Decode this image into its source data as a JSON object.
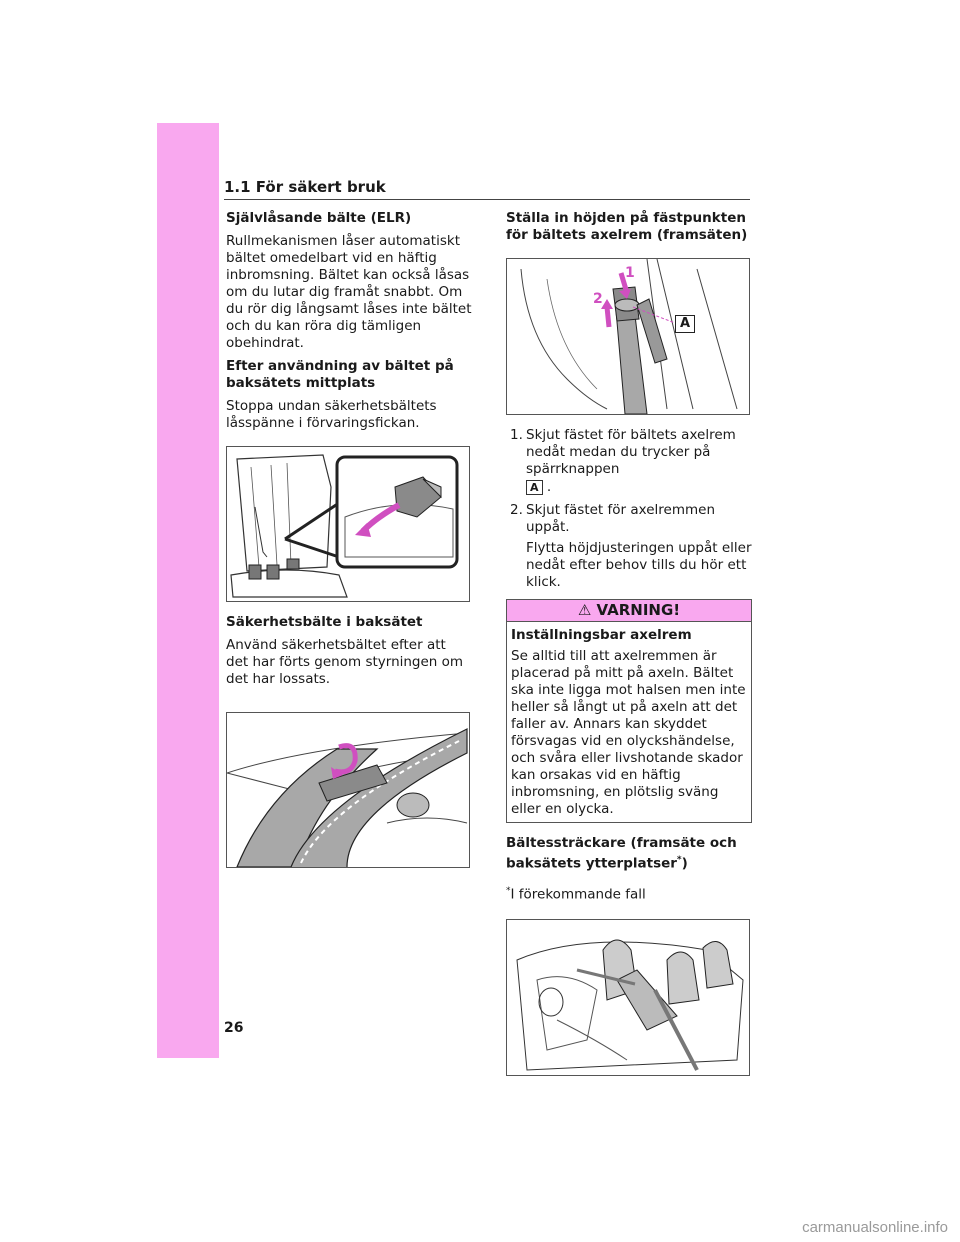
{
  "page": {
    "header": "1.1 För säkert bruk",
    "number": "26"
  },
  "left": {
    "s1_heading": "Självlåsande bälte (ELR)",
    "s1_text": "Rullmekanismen låser automatiskt bältet omedelbart vid en häftig inbromsning. Bältet kan också låsas om du lutar dig framåt snabbt. Om du rör dig långsamt låses inte bältet och du kan röra dig tämligen obehindrat.",
    "s2_heading": "Efter användning av bältet på baksätets mittplats",
    "s2_text": "Stoppa undan säkerhetsbältets låsspänne i förvaringsfickan.",
    "s3_heading": "Säkerhetsbälte i baksätet",
    "s3_text": "Använd säkerhetsbältet efter att det har förts genom styrningen om det har lossats."
  },
  "right": {
    "s4_heading": "Ställa in höjden på fästpunkten för bältets axelrem (framsäten)",
    "fig_labels": {
      "one": "1",
      "two": "2",
      "a": "A"
    },
    "steps": [
      {
        "num": "1.",
        "text": "Skjut fästet för bältets axelrem nedåt medan du trycker på spärrknappen",
        "key": "A",
        "after": "."
      },
      {
        "num": "2.",
        "text": "Skjut fästet för axelremmen uppåt.",
        "note": "Flytta höjdjusteringen uppåt eller nedåt efter behov tills du hör ett klick."
      }
    ],
    "warning": {
      "title": "VARNING!",
      "subheading": "Inställningsbar axelrem",
      "text": "Se alltid till att axelremmen är placerad på mitt på axeln. Bältet ska inte ligga mot halsen men inte heller så långt ut på axeln att det faller av. Annars kan skyddet försvagas vid en olyckshändelse, och svåra eller livshotande skador kan orsakas vid en häftig inbromsning, en plötslig sväng eller en olycka."
    },
    "s5_heading": "Bältessträckare (framsäte och baksätets ytterplatser",
    "s5_star": "*",
    "s5_close": ")",
    "footnote_star": "*",
    "footnote": "I förekommande fall"
  },
  "watermark": "carmanualsonline.info",
  "colors": {
    "accent": "#f9a8ef",
    "figure_magenta": "#d04fc0",
    "strap_gray": "#a8a8a8"
  }
}
